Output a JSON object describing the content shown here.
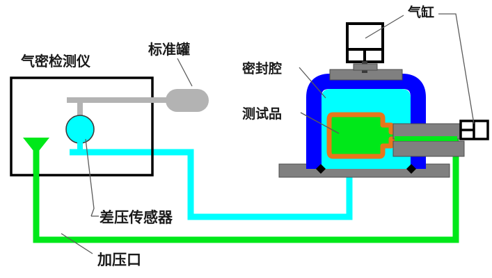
{
  "diagram": {
    "title": "气密性检测装置示意图",
    "background_color": "#ffffff",
    "labels": {
      "detector": "气密检测仪",
      "standard_tank": "标准罐",
      "cylinder": "气缸",
      "sealed_chamber": "密封腔",
      "test_sample": "测试品",
      "pressure_sensor": "差压传感器",
      "pressurize_port": "加压口"
    },
    "colors": {
      "black": "#000000",
      "outline_gray": "#555555",
      "gray": "#808080",
      "light_gray": "#b3b3b3",
      "blue": "#0000ff",
      "cyan": "#00ffff",
      "green": "#00e819",
      "orange": "#e8761b",
      "white": "#ffffff"
    },
    "components": {
      "detector_box": "气密检测仪外壳",
      "sensor_circle": "差压传感器",
      "funnel": "加压口漏斗",
      "standard_tank_body": "标准罐罐体",
      "chamber_wall": "密封腔外壁",
      "chamber_cavity": "密封腔内腔",
      "sample_body": "测试品",
      "cylinder_body": "气缸",
      "base_plate": "底板",
      "clamp": "夹具",
      "valve": "阀门"
    },
    "pipes": {
      "cyan_label": "测量气路",
      "green_label": "加压气路",
      "gray_label": "标准罐连接管"
    }
  }
}
